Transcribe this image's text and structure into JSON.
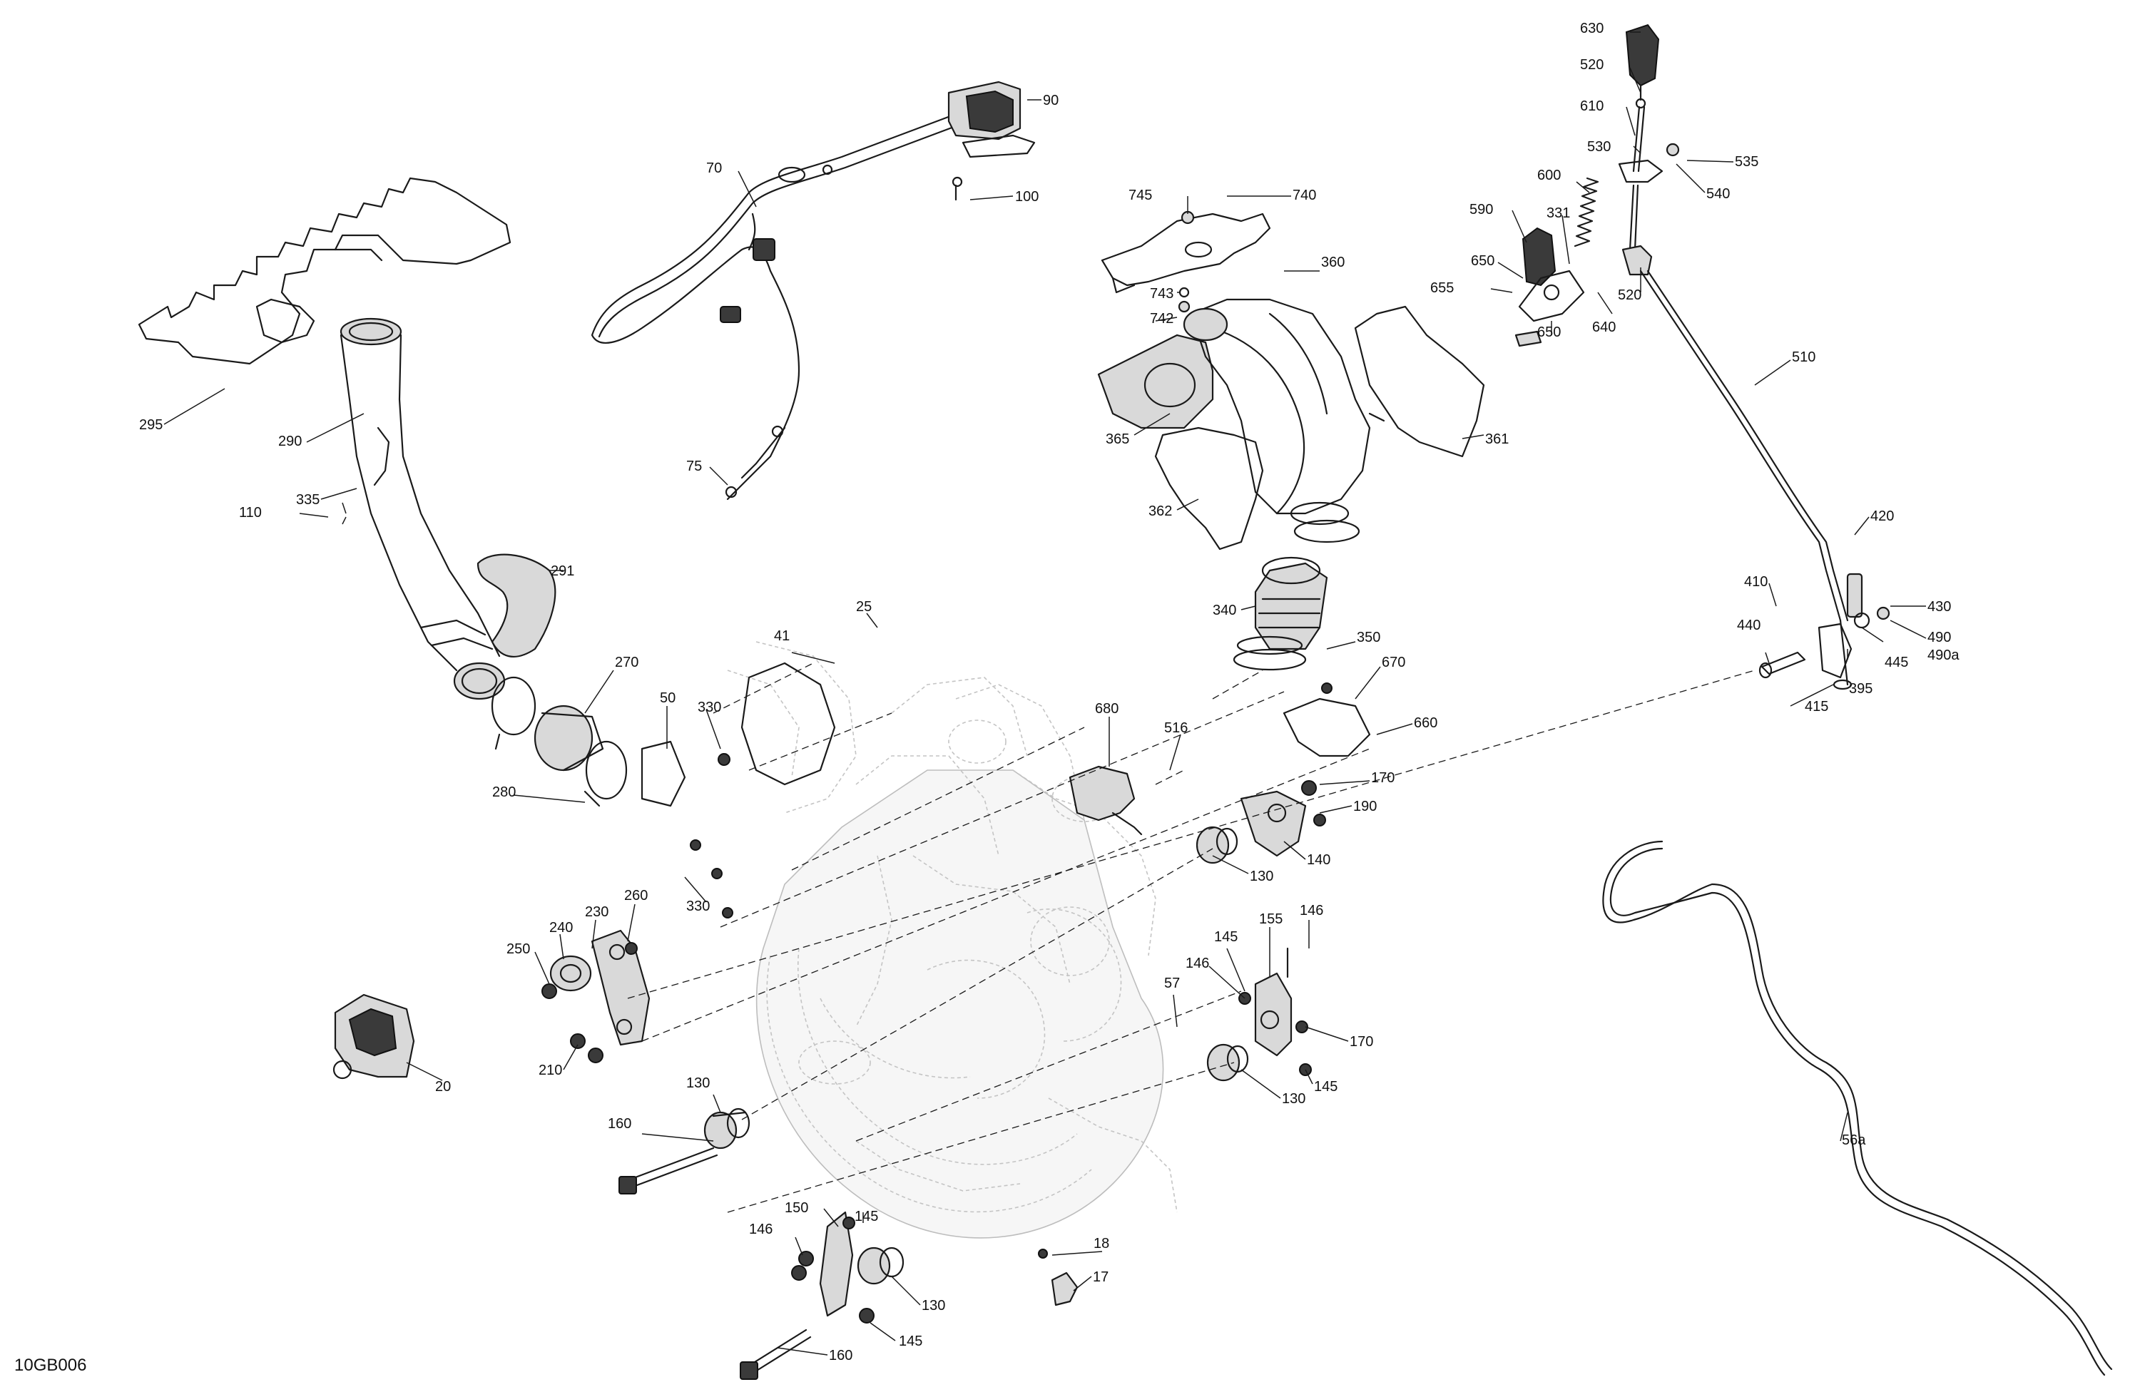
{
  "diagram": {
    "reference_code": "10GB006",
    "callouts": [
      "630",
      "520",
      "90",
      "610",
      "535",
      "530",
      "540",
      "70",
      "600",
      "100",
      "745",
      "740",
      "590",
      "331",
      "650",
      "655",
      "520",
      "640",
      "650",
      "743",
      "742",
      "360",
      "510",
      "295",
      "290",
      "365",
      "361",
      "75",
      "335",
      "110",
      "362",
      "420",
      "291",
      "430",
      "410",
      "340",
      "350",
      "490",
      "490a",
      "440",
      "445",
      "395",
      "25",
      "415",
      "270",
      "41",
      "680",
      "670",
      "50",
      "330",
      "516",
      "660",
      "280",
      "170",
      "190",
      "130",
      "140",
      "330",
      "260",
      "146",
      "230",
      "240",
      "155",
      "145",
      "250",
      "146",
      "57",
      "170",
      "210",
      "20",
      "130",
      "145",
      "56a",
      "160",
      "130",
      "145",
      "150",
      "18",
      "146",
      "130",
      "17",
      "160",
      "145"
    ],
    "colors": {
      "line": "#1a1a1a",
      "ghost": "#c4c4c4",
      "fill": "#d9d9d9",
      "background": "#ffffff"
    }
  }
}
